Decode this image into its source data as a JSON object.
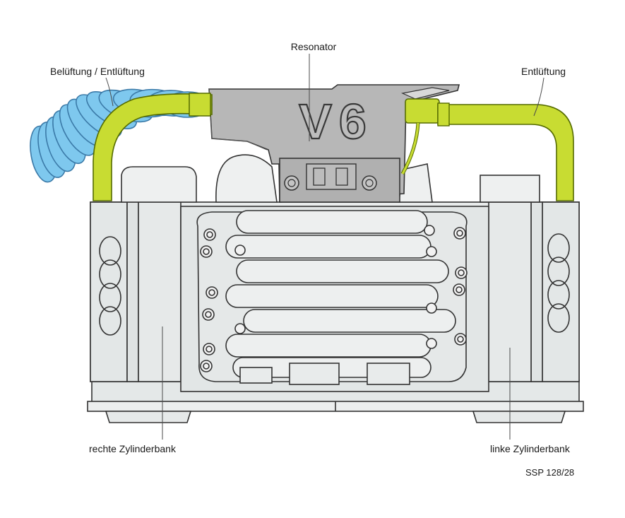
{
  "labels": {
    "resonator": "Resonator",
    "vent_left": "Belüftung / Entlüftung",
    "vent_right": "Entlüftung",
    "bank_right": "rechte Zylinderbank",
    "bank_left": "linke Zylinderbank",
    "engine_badge": "V6"
  },
  "reference": "SSP 128/28",
  "colors": {
    "vent_hose_green": "#c8dc32",
    "corrugated_hose_blue": "#7ec8ee",
    "resonator_gray": "#b7b7b7",
    "engine_block_light": "#e9ecec",
    "engine_block_mid": "#dde1e1"
  }
}
